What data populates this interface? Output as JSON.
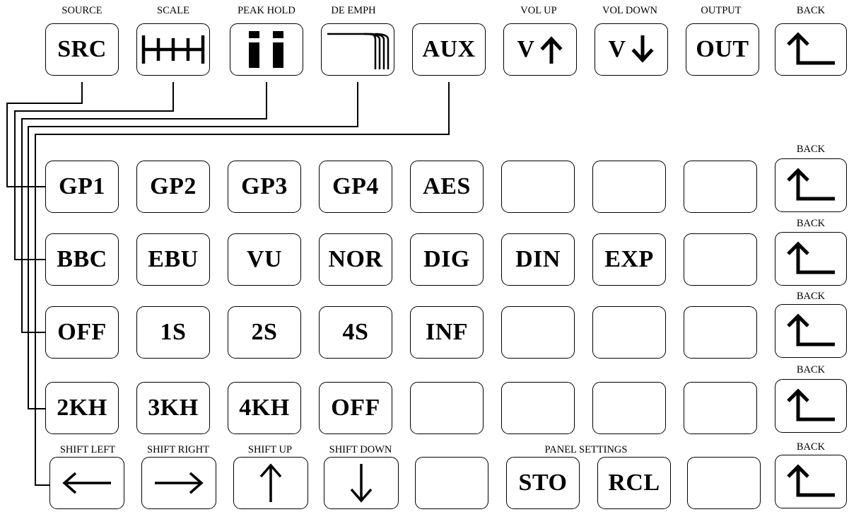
{
  "top_row": [
    {
      "caption": "SOURCE",
      "label": "SRC"
    },
    {
      "caption": "SCALE",
      "icon": "scale-icon"
    },
    {
      "caption": "PEAK HOLD",
      "icon": "peak-hold-icon"
    },
    {
      "caption": "DE EMPH",
      "icon": "de-emphasis-icon"
    },
    {
      "caption": "",
      "label": "AUX"
    },
    {
      "caption": "VOL UP",
      "label": "V",
      "icon": "arrow-up-icon"
    },
    {
      "caption": "VOL DOWN",
      "label": "V",
      "icon": "arrow-down-icon"
    },
    {
      "caption": "OUTPUT",
      "label": "OUT"
    },
    {
      "caption": "BACK",
      "icon": "back-arrow-icon"
    }
  ],
  "grid_rows": [
    {
      "keys": [
        "GP1",
        "GP2",
        "GP3",
        "GP4",
        "AES",
        "",
        "",
        ""
      ],
      "back_caption": "BACK"
    },
    {
      "keys": [
        "BBC",
        "EBU",
        "VU",
        "NOR",
        "DIG",
        "DIN",
        "EXP",
        ""
      ],
      "back_caption": "BACK"
    },
    {
      "keys": [
        "OFF",
        "1S",
        "2S",
        "4S",
        "INF",
        "",
        "",
        ""
      ],
      "back_caption": "BACK"
    },
    {
      "keys": [
        "2KH",
        "3KH",
        "4KH",
        "OFF",
        "",
        "",
        "",
        ""
      ],
      "back_caption": "BACK"
    }
  ],
  "bottom_row": {
    "shift_left": {
      "caption": "SHIFT LEFT",
      "icon": "arrow-left-icon"
    },
    "shift_right": {
      "caption": "SHIFT RIGHT",
      "icon": "arrow-right-icon"
    },
    "shift_up": {
      "caption": "SHIFT UP",
      "icon": "arrow-up-icon"
    },
    "shift_down": {
      "caption": "SHIFT DOWN",
      "icon": "arrow-down-icon"
    },
    "panel_settings_caption": "PANEL SETTINGS",
    "sto_label": "STO",
    "rcl_label": "RCL",
    "back_caption": "BACK"
  }
}
